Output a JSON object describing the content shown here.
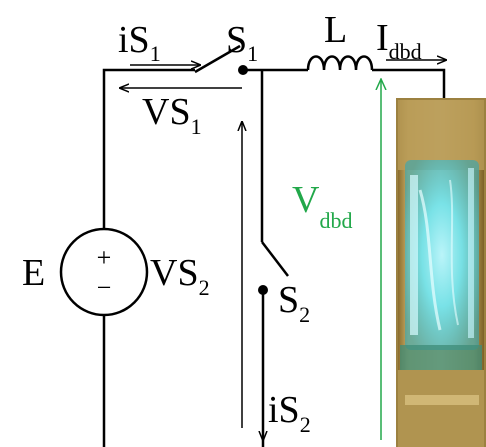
{
  "labels": {
    "source": "E",
    "source_plus": "+",
    "source_minus": "−",
    "switch1": {
      "base": "S",
      "sub": "1"
    },
    "switch2": {
      "base": "S",
      "sub": "2"
    },
    "inductor": "L",
    "current_dbd": {
      "base": "I",
      "sub": "dbd"
    },
    "voltage_dbd": {
      "base": "V",
      "sub": "dbd"
    },
    "current_s1": {
      "base": "iS",
      "sub": "1"
    },
    "voltage_s1": {
      "base": "VS",
      "sub": "1"
    },
    "voltage_s2": {
      "base": "VS",
      "sub": "2"
    },
    "current_s2": {
      "base": "iS",
      "sub": "2"
    }
  },
  "colors": {
    "wire": "#000000",
    "voltage_dbd": "#22a84a",
    "plasma": "#6fe6f2",
    "lamp_glass": "#b59a55"
  },
  "icons": {
    "photo": "dbd-lamp-plasma-photo"
  }
}
